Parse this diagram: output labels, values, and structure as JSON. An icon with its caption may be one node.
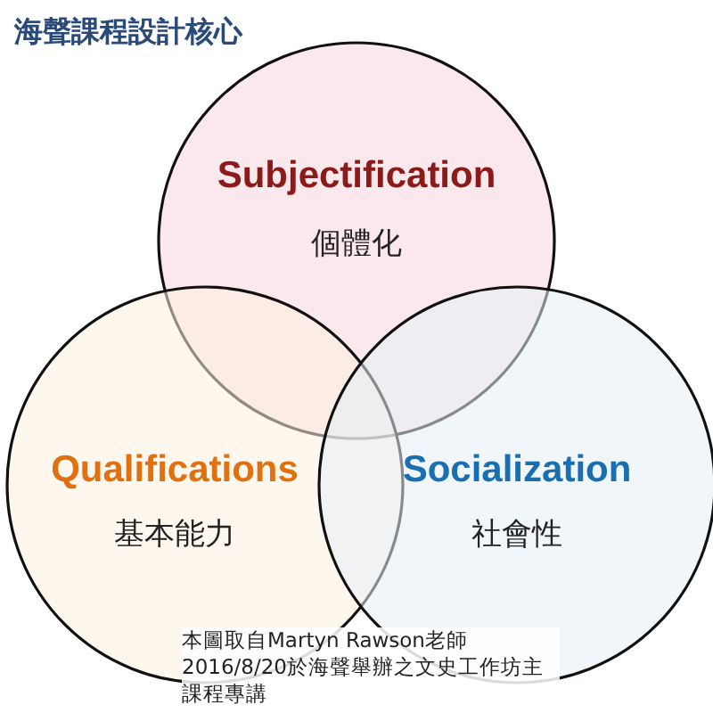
{
  "diagram": {
    "title": "海聲課程設計核心",
    "caption": "本圖取自Martyn Rawson老師2016/8/20於海聲舉辦之文史工作坊主課程專講",
    "nodes": [
      {
        "text": [
          "Subjectification",
          "個體化"
        ]
      },
      {
        "text": [
          "Qualifications",
          "基本能力"
        ]
      },
      {
        "text": [
          "Socialization",
          "社會性"
        ]
      }
    ]
  }
}
